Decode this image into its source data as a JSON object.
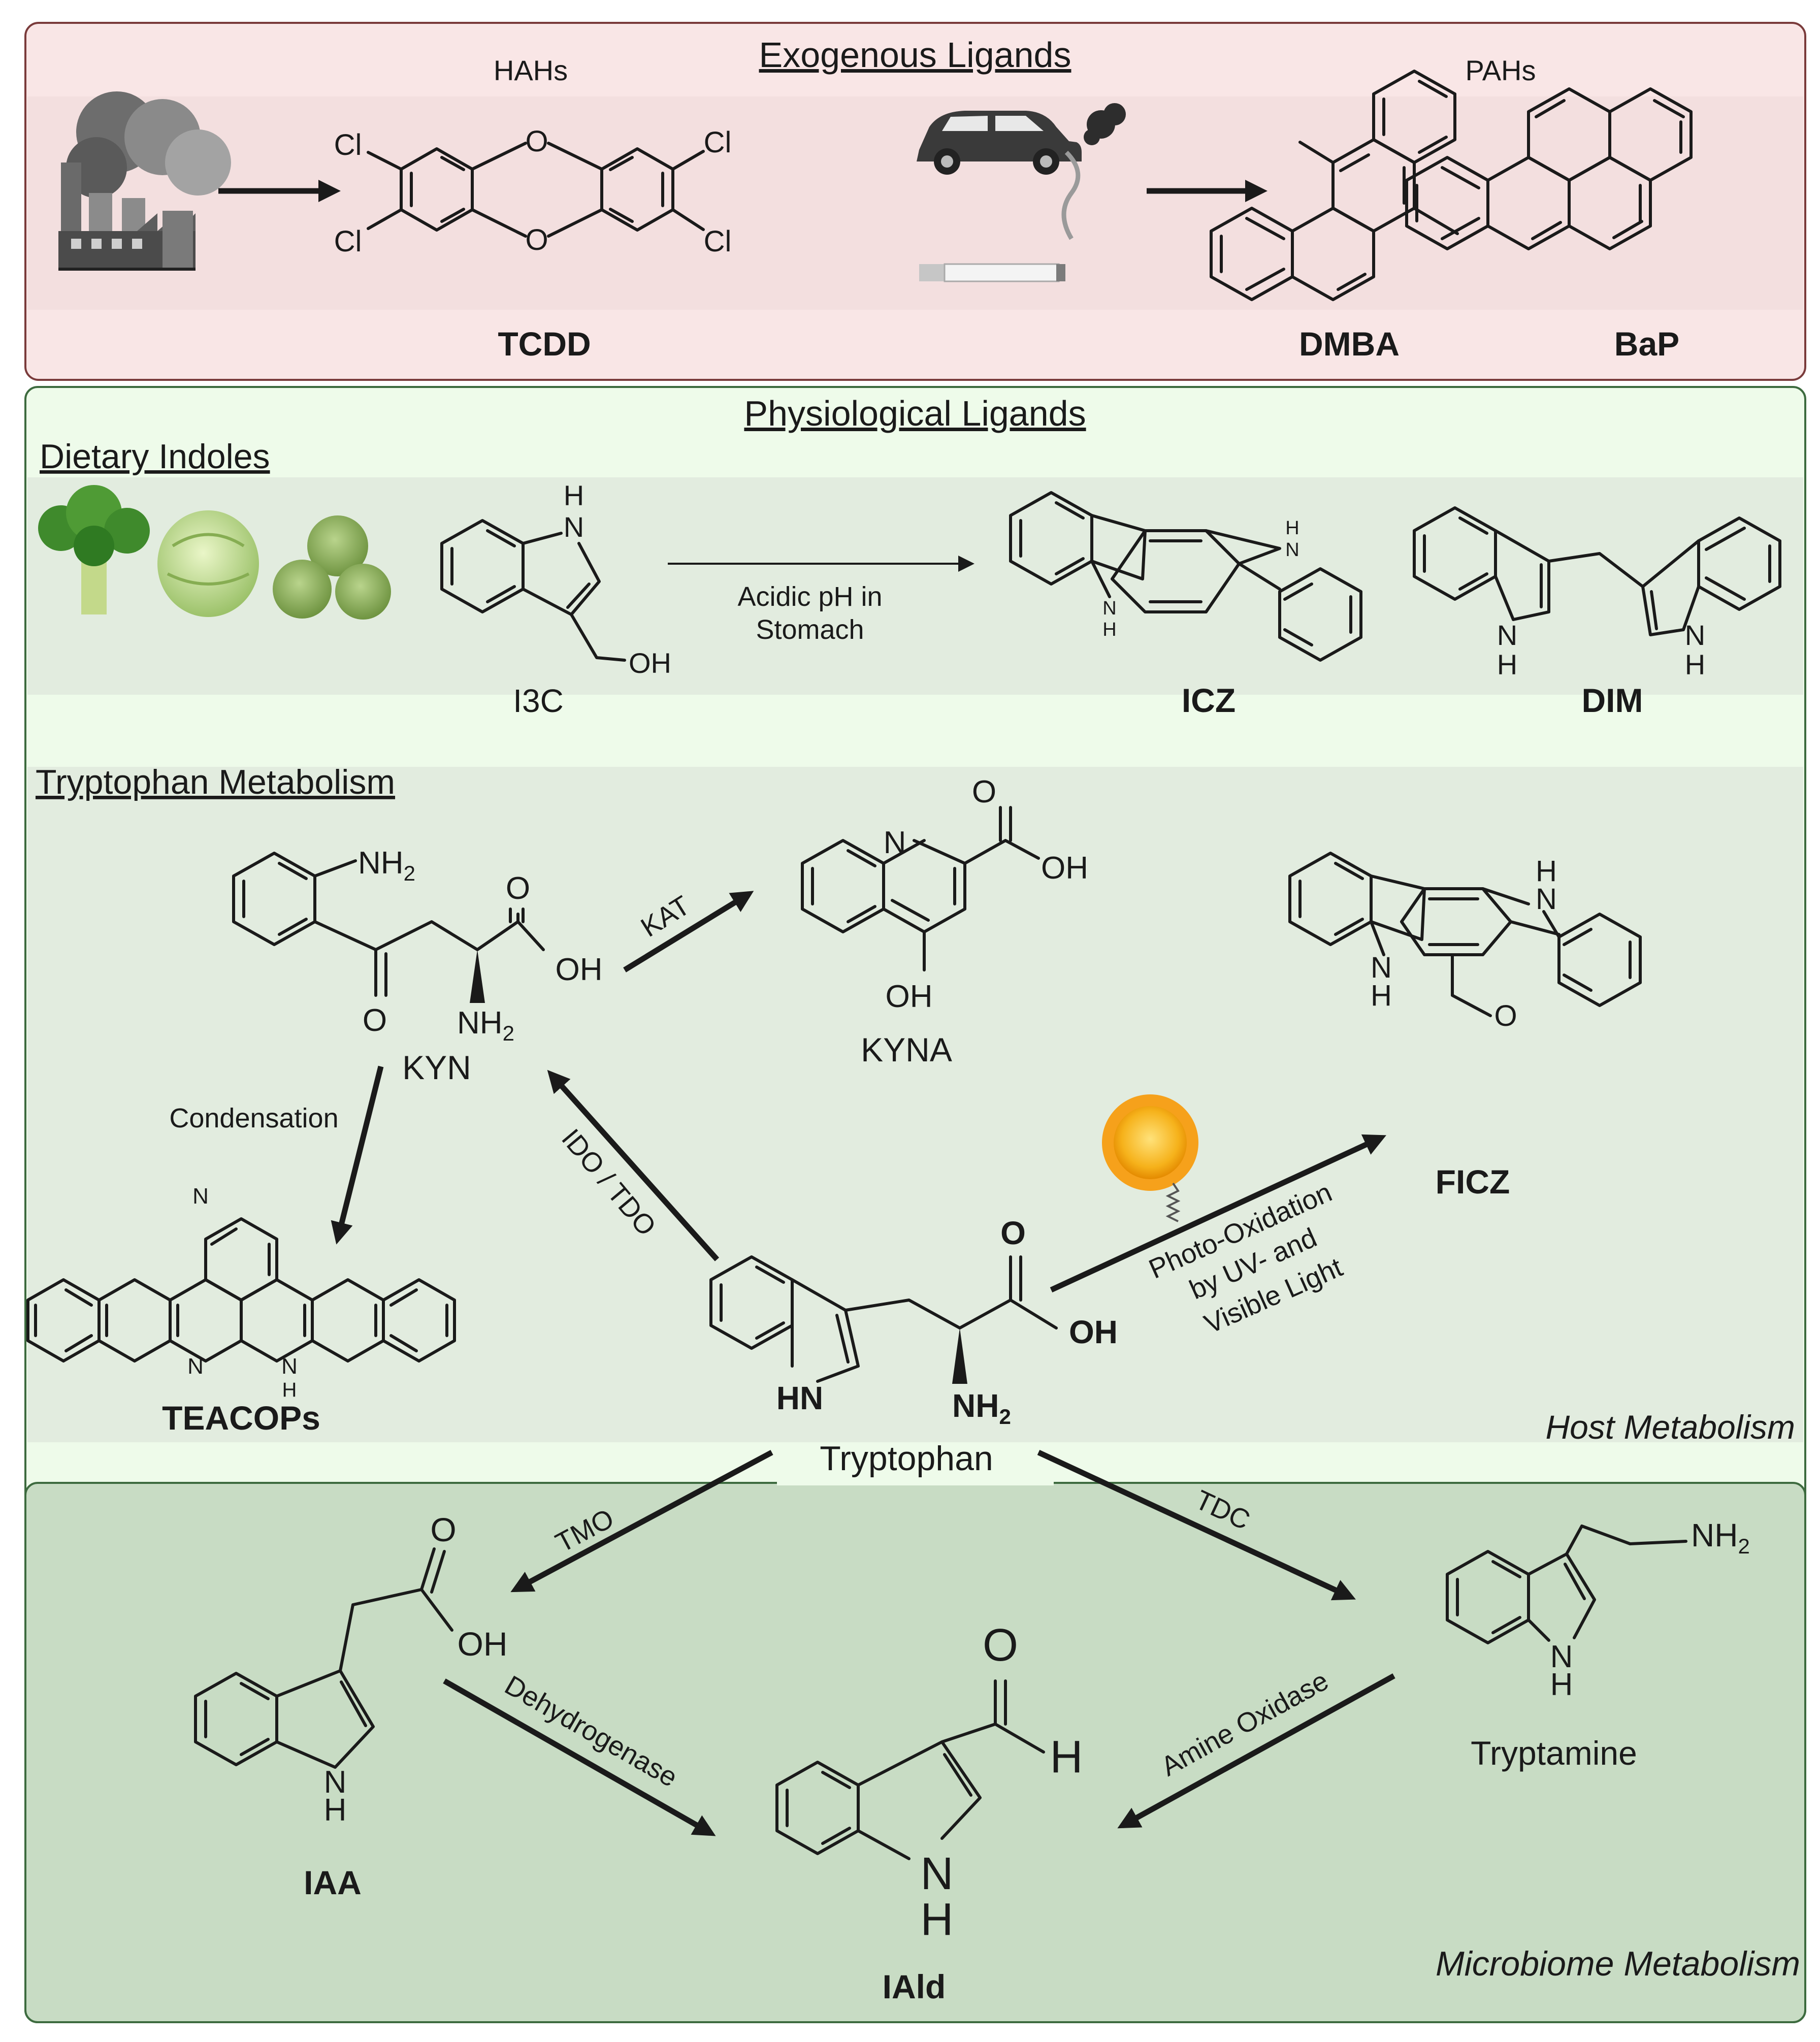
{
  "exogenous": {
    "title": "Exogenous Ligands",
    "group_left": "HAHs",
    "group_right": "PAHs",
    "tcdd": {
      "name": "TCDD",
      "atoms": [
        "Cl",
        "Cl",
        "Cl",
        "Cl",
        "O",
        "O"
      ]
    },
    "dmba": {
      "name": "DMBA"
    },
    "bap": {
      "name": "BaP"
    }
  },
  "physiological": {
    "title": "Physiological Ligands",
    "dietary": {
      "title": "Dietary Indoles",
      "i3c": {
        "name": "I3C",
        "nh": "H",
        "n": "N",
        "oh": "OH"
      },
      "condition_line1": "Acidic pH in",
      "condition_line2": "Stomach",
      "icz": {
        "name": "ICZ",
        "h_top": "H",
        "n_top": "N",
        "n_bot": "N",
        "h_bot": "H"
      },
      "dim": {
        "name": "DIM",
        "n": "N",
        "h": "H"
      }
    },
    "tryptophan": {
      "title": "Tryptophan Metabolism",
      "kyn": {
        "name": "KYN",
        "nh2": "NH",
        "sub2": "2",
        "o_keto": "O",
        "o_acid": "O",
        "oh": "OH",
        "nh2b": "NH",
        "sub2b": "2"
      },
      "kyna": {
        "name": "KYNA",
        "n": "N",
        "o": "O",
        "oh": "OH",
        "oh2": "OH"
      },
      "kat": "KAT",
      "condensation": "Condensation",
      "ido_tdo": "IDO / TDO",
      "teacops": {
        "name": "TEACOPs",
        "n1": "N",
        "n2": "N",
        "n3": "N",
        "h": "H"
      },
      "ficz": {
        "name": "FICZ",
        "h1": "H",
        "n1": "N",
        "n2": "N",
        "h2": "H",
        "o": "O"
      },
      "photo_line1": "Photo-Oxidation",
      "photo_line2": "by UV- and",
      "photo_line3": "Visible Light",
      "trp": {
        "name": "Tryptophan",
        "hn": "HN",
        "o": "O",
        "oh": "OH",
        "nh2": "NH",
        "sub2": "2"
      },
      "host_label": "Host Metabolism"
    }
  },
  "microbiome": {
    "label": "Microbiome Metabolism",
    "tmo": "TMO",
    "tdc": "TDC",
    "dehydrogenase": "Dehydrogenase",
    "amine_oxidase": "Amine Oxidase",
    "iaa": {
      "name": "IAA",
      "o": "O",
      "oh": "OH",
      "n": "N",
      "h": "H"
    },
    "iald": {
      "name": "IAld",
      "o": "O",
      "h_ald": "H",
      "n": "N",
      "h": "H"
    },
    "tryptamine": {
      "name": "Tryptamine",
      "nh2": "NH",
      "sub2": "2",
      "n": "N",
      "h": "H"
    }
  },
  "colors": {
    "exo_fill": "#f9e6e6",
    "exo_band": "#f3dede",
    "exo_border": "#7a3b3b",
    "phys_fill": "#eefbea",
    "band_fill": "#e2ecdf",
    "phys_border": "#3d6b3f",
    "micro_fill": "#c8dcc4",
    "micro_border": "#3d6b3f"
  },
  "icons": [
    "factory-icon",
    "car-icon",
    "cigarette-icon",
    "broccoli-icon",
    "cabbage-icon",
    "brussels-sprouts-icon",
    "sun-icon"
  ]
}
